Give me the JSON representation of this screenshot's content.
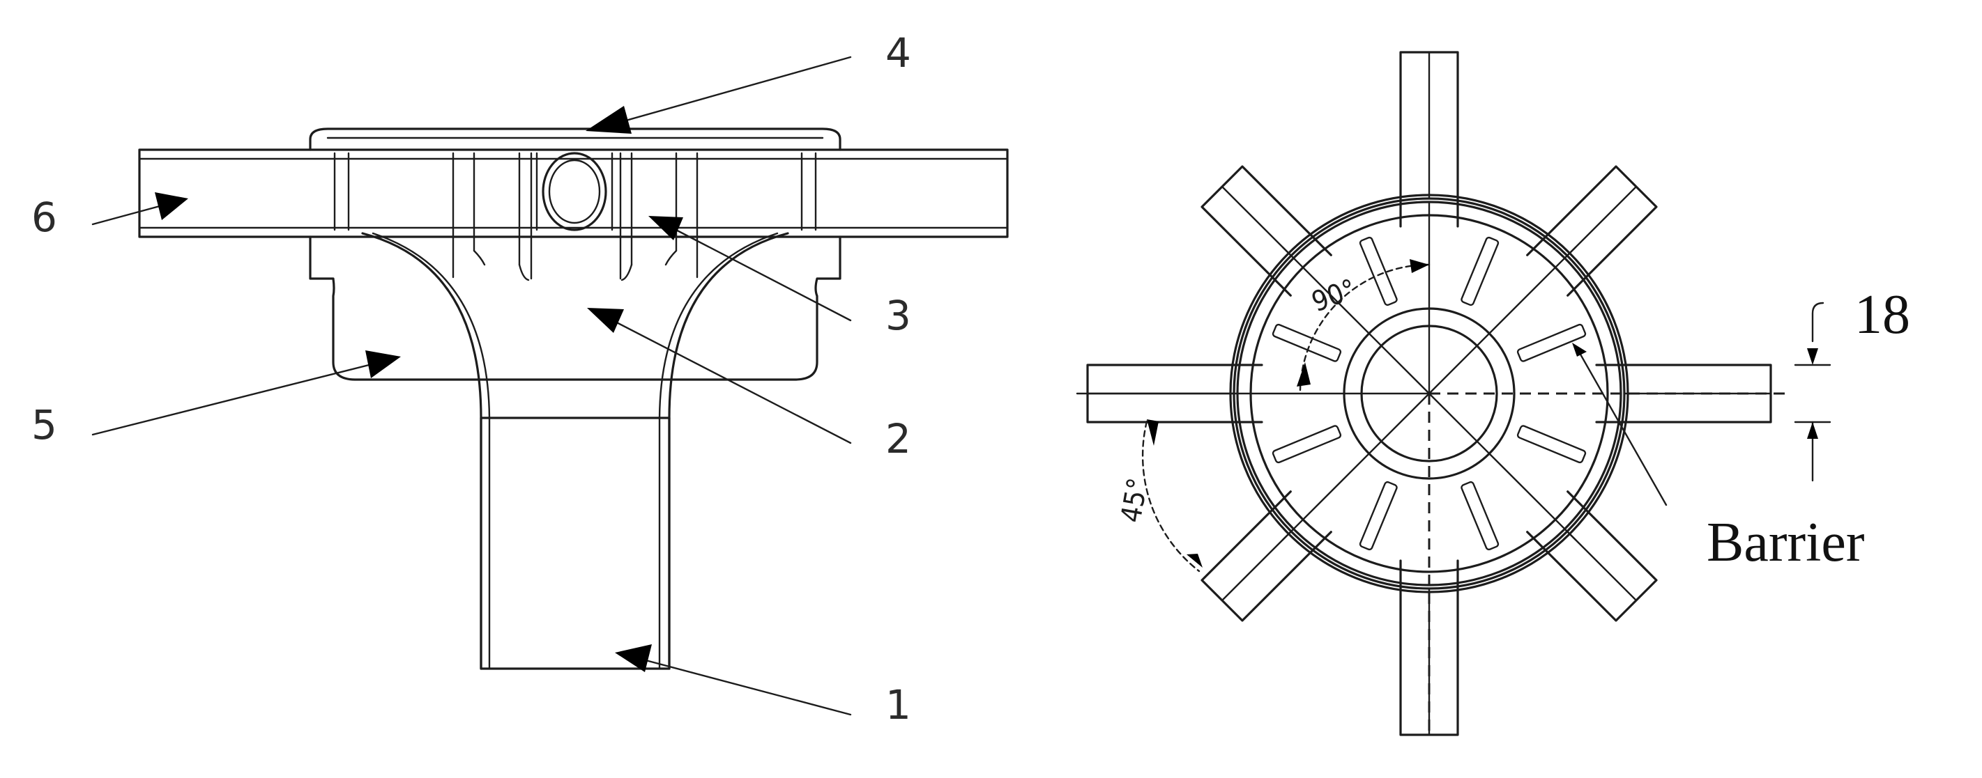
{
  "left_view": {
    "callouts": [
      {
        "id": "1",
        "label": "1"
      },
      {
        "id": "2",
        "label": "2"
      },
      {
        "id": "3",
        "label": "3"
      },
      {
        "id": "4",
        "label": "4"
      },
      {
        "id": "5",
        "label": "5"
      },
      {
        "id": "6",
        "label": "6"
      }
    ]
  },
  "right_view": {
    "angle_inner": "90°",
    "angle_outer": "45°",
    "dimension": "18",
    "barrier_label": "Barrier"
  },
  "colors": {
    "line": "#1c1c1c",
    "background": "#ffffff"
  }
}
